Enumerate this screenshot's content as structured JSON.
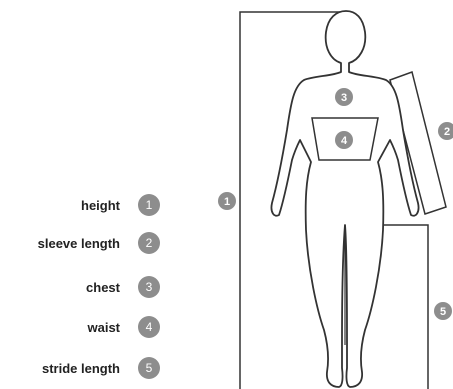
{
  "legend": [
    {
      "label": "height",
      "number": "1"
    },
    {
      "label": "sleeve length",
      "number": "2"
    },
    {
      "label": "chest",
      "number": "3"
    },
    {
      "label": "waist",
      "number": "4"
    },
    {
      "label": "stride length",
      "number": "5"
    }
  ],
  "markers": {
    "m1": "1",
    "m2": "2",
    "m3": "3",
    "m4": "4",
    "m5": "5"
  },
  "colors": {
    "marker": "#8d8d8d",
    "outline": "#333333"
  }
}
